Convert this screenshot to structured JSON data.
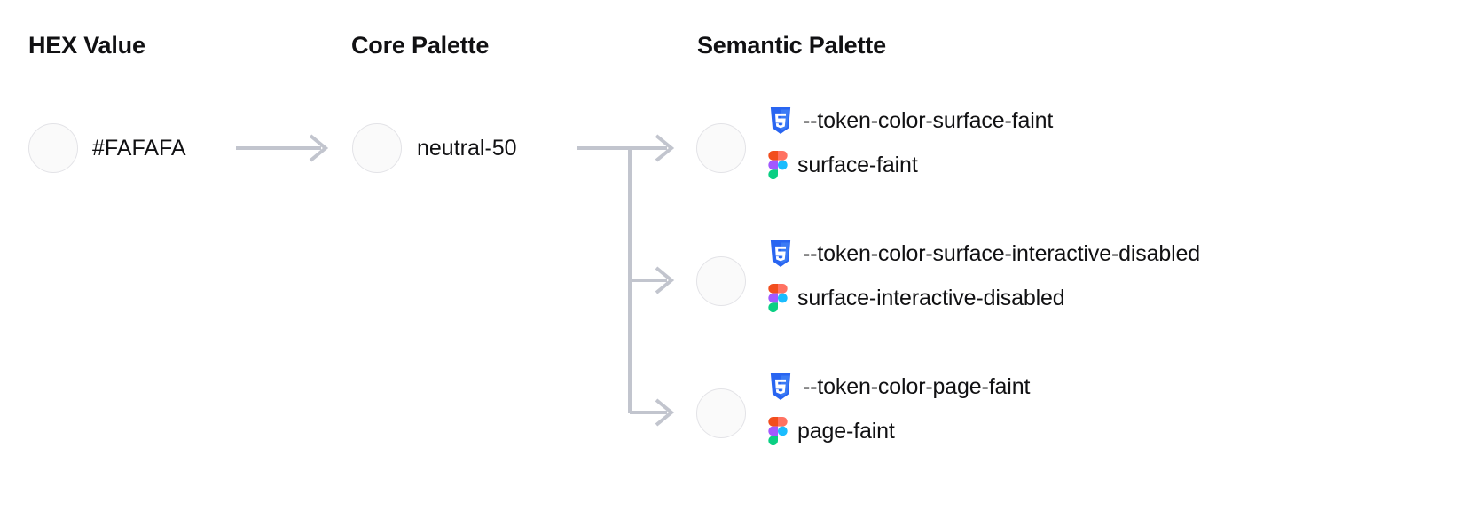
{
  "columns": {
    "hex": {
      "heading": "HEX Value"
    },
    "core": {
      "heading": "Core Palette"
    },
    "semantic": {
      "heading": "Semantic Palette"
    }
  },
  "hex_value": {
    "label": "#FAFAFA",
    "swatch_color": "#FAFAFA"
  },
  "core_value": {
    "label": "neutral-50",
    "swatch_color": "#FAFAFA"
  },
  "semantic_tokens": [
    {
      "css_variable": "--token-color-surface-faint",
      "figma_name": "surface-faint",
      "swatch_color": "#FAFAFA"
    },
    {
      "css_variable": "--token-color-surface-interactive-disabled",
      "figma_name": "surface-interactive-disabled",
      "swatch_color": "#FAFAFA"
    },
    {
      "css_variable": "--token-color-page-faint",
      "figma_name": "page-faint",
      "swatch_color": "#FAFAFA"
    }
  ],
  "icons": {
    "css3": "css3-icon",
    "figma": "figma-icon",
    "arrow": "arrow-right-icon"
  },
  "colors": {
    "connector": "#C2C5CE",
    "swatch_border": "#E3E3E7",
    "text": "#111113",
    "css3_blue": "#2965F1",
    "figma_red": "#F24E1E",
    "figma_orange": "#FF7262",
    "figma_purple": "#A259FF",
    "figma_blue": "#1ABCFE",
    "figma_green": "#0ACF83"
  }
}
